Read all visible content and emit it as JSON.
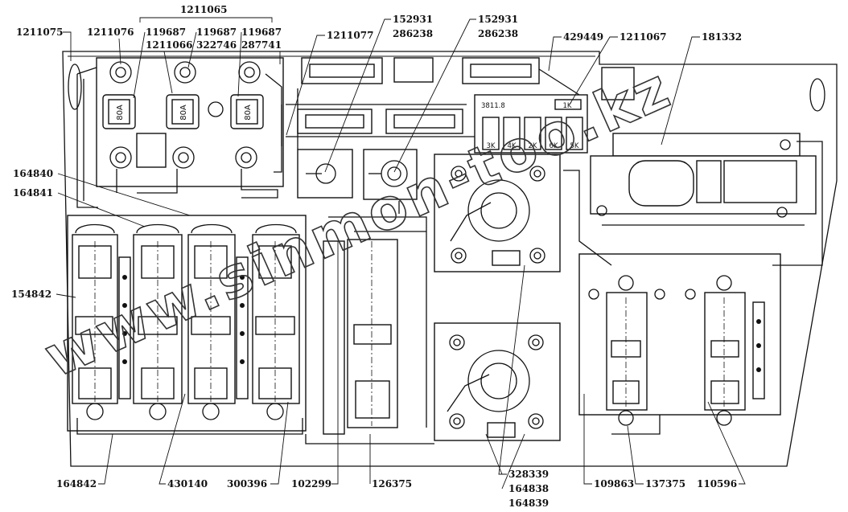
{
  "diagram": {
    "labels_top": [
      {
        "id": "l-1211065",
        "text": "1211065"
      },
      {
        "id": "l-1211075",
        "text": "1211075"
      },
      {
        "id": "l-1211076",
        "text": "1211076"
      },
      {
        "id": "l-119687-a",
        "text": "119687"
      },
      {
        "id": "l-1211066",
        "text": "1211066"
      },
      {
        "id": "l-119687-b",
        "text": "119687"
      },
      {
        "id": "l-322746",
        "text": "322746"
      },
      {
        "id": "l-119687-c",
        "text": "119687"
      },
      {
        "id": "l-287741",
        "text": "287741"
      },
      {
        "id": "l-1211077",
        "text": "1211077"
      },
      {
        "id": "l-152931-a",
        "text": "152931"
      },
      {
        "id": "l-286238-a",
        "text": "286238"
      },
      {
        "id": "l-152931-b",
        "text": "152931"
      },
      {
        "id": "l-286238-b",
        "text": "286238"
      },
      {
        "id": "l-429449",
        "text": "429449"
      },
      {
        "id": "l-1211067",
        "text": "1211067"
      },
      {
        "id": "l-181332",
        "text": "181332"
      }
    ],
    "labels_left": [
      {
        "id": "l-164840",
        "text": "164840"
      },
      {
        "id": "l-164841",
        "text": "164841"
      },
      {
        "id": "l-154842",
        "text": "154842"
      }
    ],
    "labels_bottom": [
      {
        "id": "l-164842",
        "text": "164842"
      },
      {
        "id": "l-430140",
        "text": "430140"
      },
      {
        "id": "l-300396",
        "text": "300396"
      },
      {
        "id": "l-102299",
        "text": "102299"
      },
      {
        "id": "l-126375",
        "text": "126375"
      },
      {
        "id": "l-328339",
        "text": "328339"
      },
      {
        "id": "l-164838",
        "text": "164838"
      },
      {
        "id": "l-164839",
        "text": "164839"
      },
      {
        "id": "l-109863",
        "text": "109863"
      },
      {
        "id": "l-137375",
        "text": "137375"
      },
      {
        "id": "l-110596",
        "text": "110596"
      }
    ],
    "fuses": [
      "80A",
      "80A",
      "80A"
    ],
    "relay_block": {
      "title": "3811.8",
      "cells": [
        "3K",
        "4K",
        "2K",
        "6K",
        "5K"
      ],
      "corner_mark": "1K"
    },
    "watermark": "www.sinmon-too.kz"
  }
}
